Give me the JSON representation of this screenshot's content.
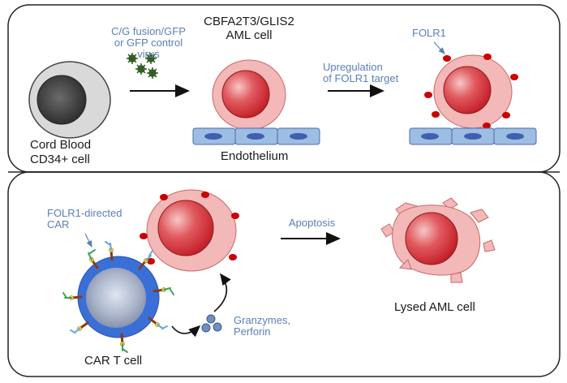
{
  "labels": {
    "virus": "C/G fusion/GFP\nor GFP control virus",
    "aml_cell": "CBFA2T3/GLIS2\nAML cell",
    "upregulation": "Upregulation\nof FOLR1 target",
    "folr1": "FOLR1",
    "cord_blood": "Cord Blood\nCD34+ cell",
    "endothelium": "Endothelium",
    "car_label": "FOLR1-directed\nCAR",
    "apoptosis": "Apoptosis",
    "granzymes": "Granzymes,\nPerforin",
    "car_t_cell": "CAR T cell",
    "lysed": "Lysed AML cell"
  },
  "colors": {
    "blue_text": "#5b7fb5",
    "aml_outer": "#f3b8b8",
    "aml_core": "#d0222b",
    "folr1": "#cc0000",
    "endothelium": "#9dbde3",
    "endothelium_nucleus": "#3f5fb0",
    "t_cell": "#3a6fd8",
    "virus": "#4f8a3c"
  }
}
